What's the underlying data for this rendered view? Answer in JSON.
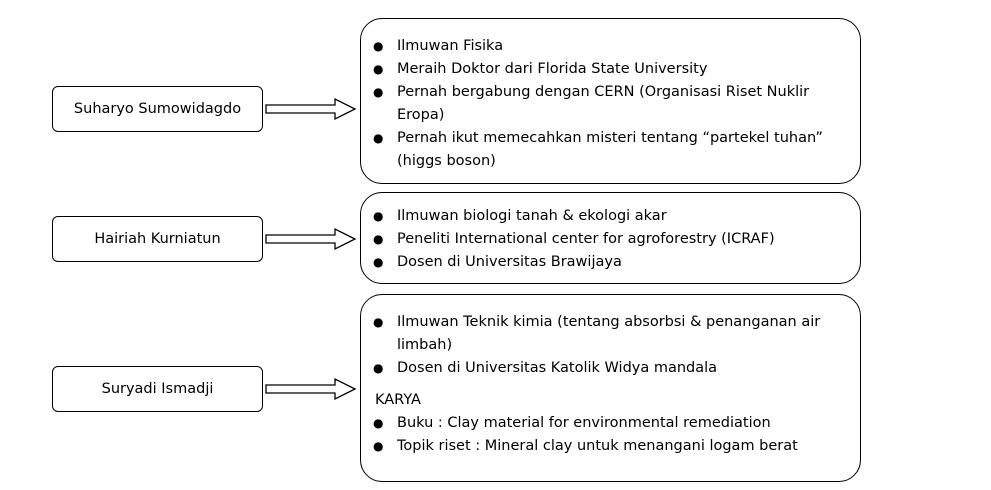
{
  "people": [
    {
      "name": "Suharyo Sumowidagdo",
      "items": [
        "Ilmuwan Fisika",
        "Meraih Doktor dari Florida State University",
        "Pernah bergabung dengan CERN (Organisasi Riset Nuklir Eropa)",
        "Pernah ikut memecahkan misteri tentang “partekel tuhan” (higgs boson)"
      ]
    },
    {
      "name": "Hairiah Kurniatun",
      "items": [
        "Ilmuwan biologi tanah & ekologi akar",
        "Peneliti International center for agroforestry (ICRAF)",
        "Dosen di Universitas Brawijaya"
      ]
    },
    {
      "name": "Suryadi Ismadji",
      "items": [
        "Ilmuwan Teknik kimia (tentang absorbsi & penanganan air limbah)",
        "Dosen di Universitas Katolik Widya mandala"
      ],
      "section_label": "KARYA",
      "section_items": [
        "Buku : Clay material for environmental remediation",
        "Topik riset : Mineral clay untuk menangani logam berat"
      ]
    }
  ],
  "bullet_glyph": "●"
}
